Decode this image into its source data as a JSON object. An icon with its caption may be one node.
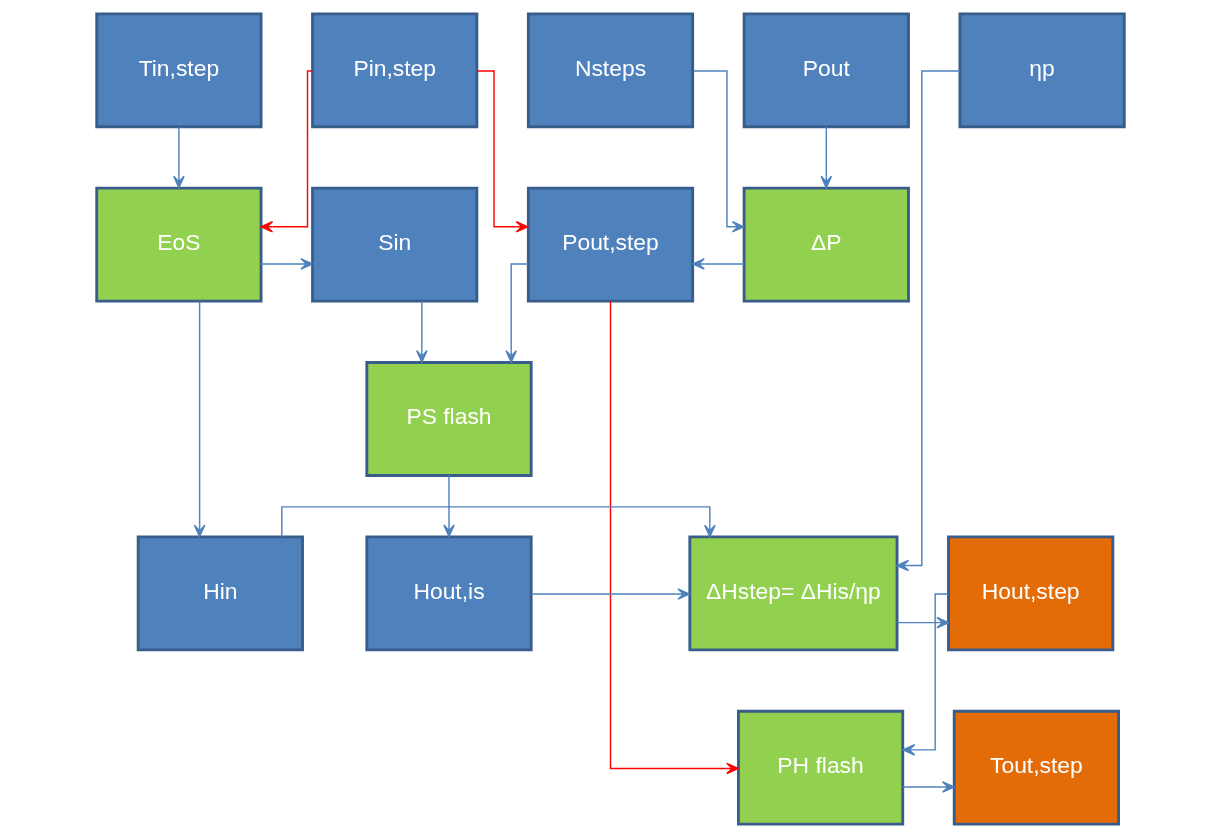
{
  "diagram": {
    "nodes": [
      {
        "text": [
          "Tin,step"
        ]
      },
      {
        "text": [
          "Nsteps"
        ]
      },
      {
        "text": [
          "Pin,step"
        ]
      },
      {
        "text": [
          "Pout"
        ]
      },
      {
        "text": [
          "ηp"
        ]
      },
      {
        "text": [
          "EoS"
        ]
      },
      {
        "text": [
          "Sin"
        ]
      },
      {
        "text": [
          "ΔP"
        ]
      },
      {
        "text": [
          "Pout,step"
        ]
      },
      {
        "text": [
          "PS flash"
        ]
      },
      {
        "text": [
          "Hin"
        ]
      },
      {
        "text": [
          "Hout,is"
        ]
      },
      {
        "text": [
          "ΔHstep= ΔHis/ηp"
        ]
      },
      {
        "text": [
          "Hout,step"
        ]
      },
      {
        "text": [
          "Tout,step"
        ]
      },
      {
        "text": [
          "PH flash"
        ]
      }
    ],
    "edges": [
      {
        "from": 0,
        "to": 5,
        "arrow": "to"
      },
      {
        "from": 2,
        "to": 5,
        "arrow": "to",
        "color": "#ff0000"
      },
      {
        "from": 2,
        "to": 8,
        "arrow": "to",
        "color": "#ff0000"
      },
      {
        "from": 1,
        "to": 7,
        "arrow": "to"
      },
      {
        "from": 3,
        "to": 7,
        "arrow": "to"
      },
      {
        "from": 5,
        "to": 6,
        "arrow": "to"
      },
      {
        "from": 7,
        "to": 8,
        "arrow": "to"
      },
      {
        "from": 5,
        "to": 10,
        "arrow": "to"
      },
      {
        "from": 6,
        "to": 9,
        "arrow": "to"
      },
      {
        "from": 8,
        "to": 9,
        "arrow": "to"
      },
      {
        "from": 8,
        "to": 15,
        "arrow": "to",
        "color": "#ff0000"
      },
      {
        "from": 4,
        "to": 12,
        "arrow": "to"
      },
      {
        "from": 9,
        "to": 11,
        "arrow": "to"
      },
      {
        "from": 11,
        "to": 12,
        "arrow": "to"
      },
      {
        "from": 10,
        "to": 12,
        "arrow": "to"
      },
      {
        "from": 12,
        "to": 13,
        "arrow": "to"
      },
      {
        "from": 13,
        "to": 15,
        "arrow": "to"
      },
      {
        "from": 15,
        "to": 14,
        "arrow": "to"
      }
    ]
  }
}
